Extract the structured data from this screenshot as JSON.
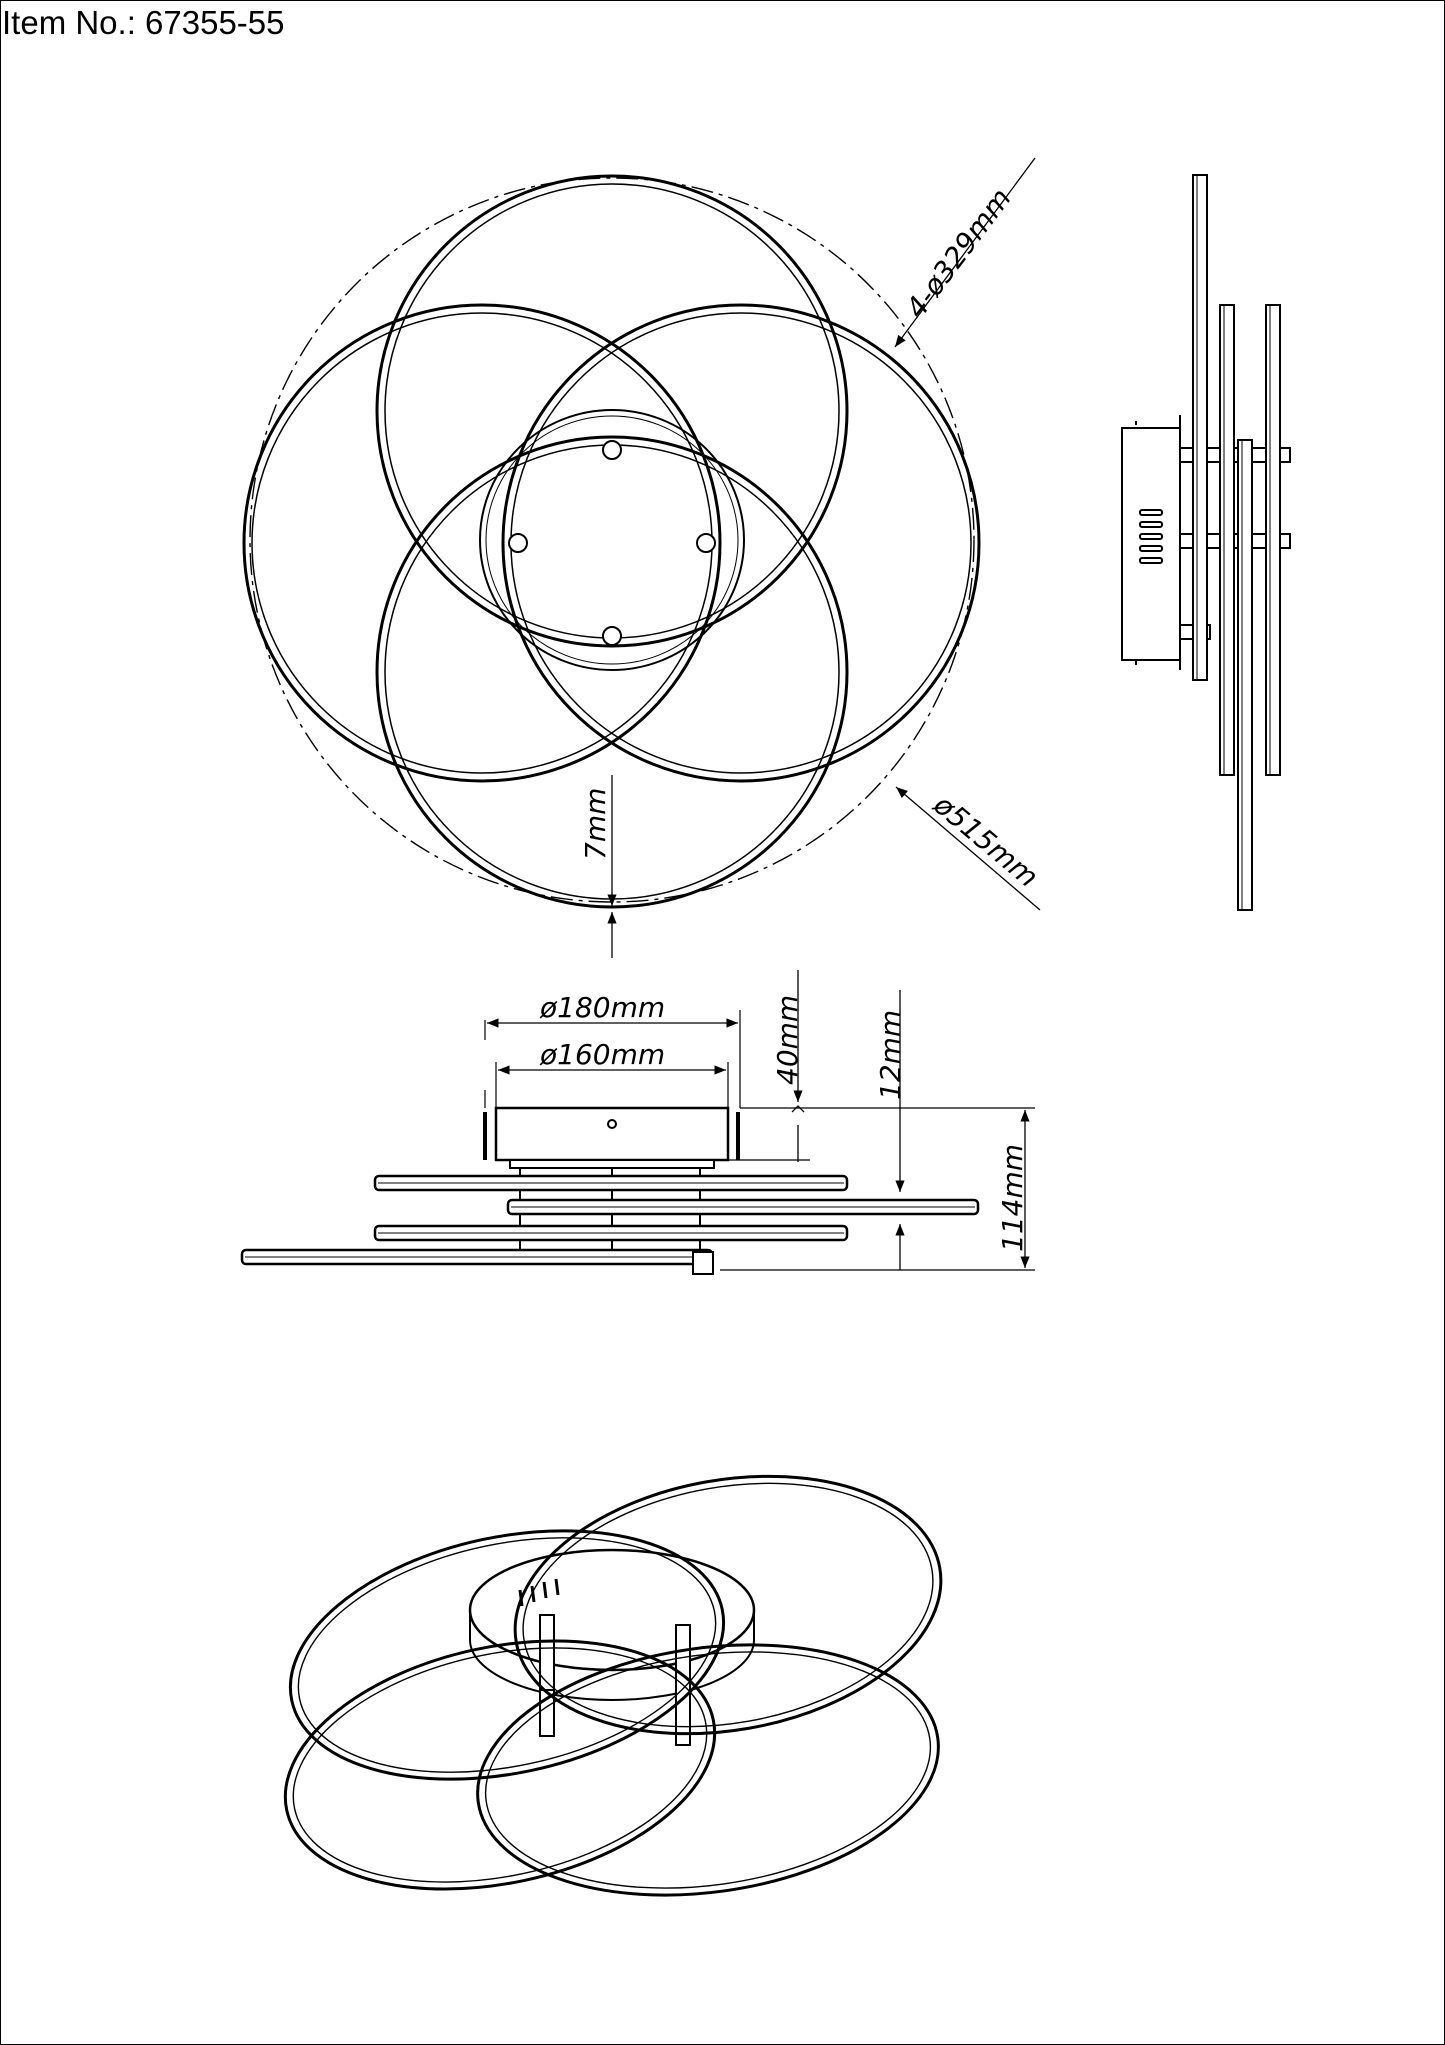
{
  "header": {
    "item_no": "Item No.: 67355-55"
  },
  "dimensions": {
    "ring_diameter": "4-ø329mm",
    "overall_diameter": "ø515mm",
    "ring_offset": "7mm",
    "canopy_outer_diameter": "ø180mm",
    "canopy_inner_diameter": "ø160mm",
    "canopy_height": "40mm",
    "ring_spacing": "12mm",
    "total_height": "114mm"
  },
  "colors": {
    "line": "#000000",
    "background": "#ffffff"
  }
}
